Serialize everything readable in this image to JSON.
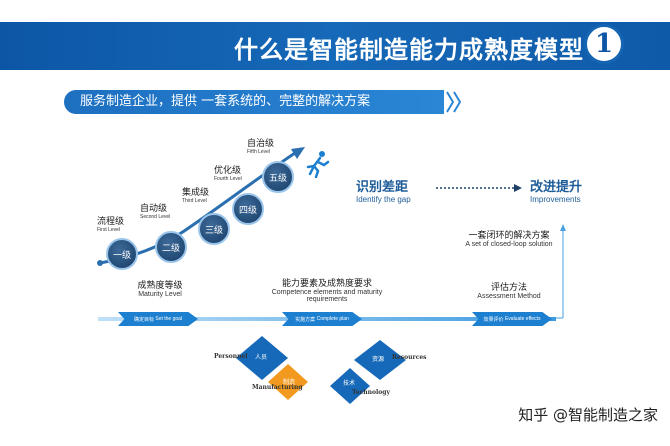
{
  "header": {
    "title": "什么是智能制造能力成熟度模型",
    "slide_number": "1"
  },
  "subtitle": "服务制造企业，提供 一套系统的、完整的解决方案",
  "levels": [
    {
      "cn": "流程级",
      "en": "First Level",
      "badge": "一级"
    },
    {
      "cn": "自动级",
      "en": "Second Level",
      "badge": "二级"
    },
    {
      "cn": "集成级",
      "en": "Third Level",
      "badge": "三级"
    },
    {
      "cn": "优化级",
      "en": "Fourth Level",
      "badge": "四级"
    },
    {
      "cn": "自治级",
      "en": "Fifth Level",
      "badge": "五级"
    }
  ],
  "gap": {
    "cn": "识别差距",
    "en": "Identify the gap"
  },
  "improve": {
    "cn": "改进提升",
    "en": "Improvements"
  },
  "closed_loop": {
    "cn": "一套闭环的解决方案",
    "en": "A set of closed-loop solution"
  },
  "maturity": {
    "cn": "成熟度等级",
    "en": "Maturity Level"
  },
  "competence": {
    "cn": "能力要素及成熟度要求",
    "en": "Competence elements and maturity requirements"
  },
  "assessment": {
    "cn": "评估方法",
    "en": "Assessment Method"
  },
  "flow": [
    {
      "label": "确定目标",
      "en": "Set the goal"
    },
    {
      "label": "实施方案",
      "en": "Complete plan"
    },
    {
      "label": "效果评价",
      "en": "Evaluate effects"
    }
  ],
  "elements": {
    "personnel": {
      "cn": "人员",
      "en": "Personnel"
    },
    "manufacturing": {
      "cn": "制造",
      "en": "Manufacturing"
    },
    "technology": {
      "cn": "技术",
      "en": "Technology"
    },
    "resources": {
      "cn": "资源",
      "en": "Resources"
    }
  },
  "colors": {
    "brand": "#0d56a6",
    "accent": "#1c7fd0",
    "orange": "#f29a1f"
  },
  "watermark": "知乎 @智能制造之家"
}
